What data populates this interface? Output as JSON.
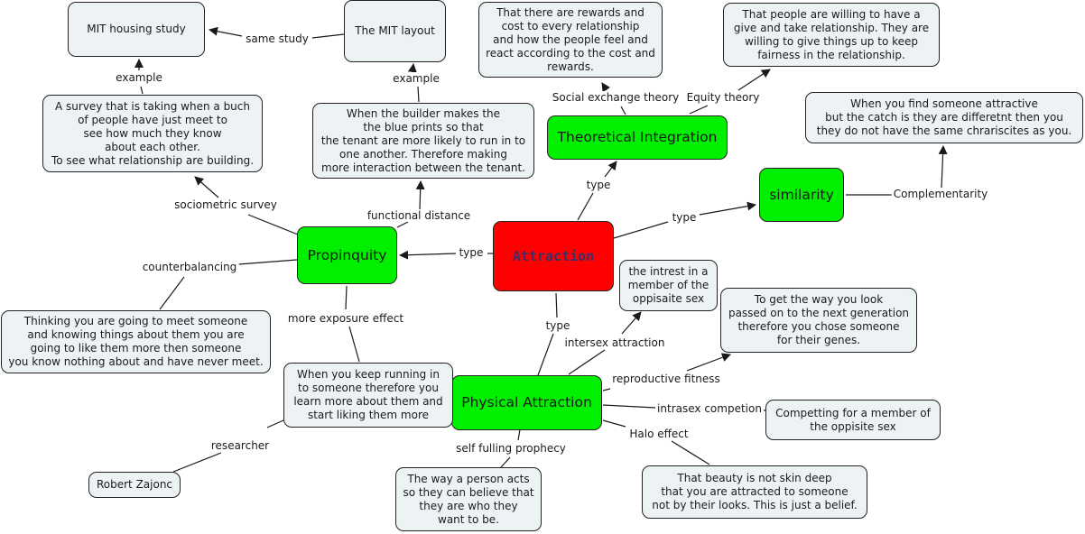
{
  "concept_map": {
    "central": "Attraction",
    "colors": {
      "central_fill": "#ff0000",
      "central_text": "#3a2f6a",
      "type_fill": "#00f000",
      "detail_fill": "#edf3f5",
      "line": "#1a1a1a"
    },
    "nodes": {
      "attraction": "Attraction",
      "propinquity": "Propinquity",
      "theoretical": "Theoretical Integration",
      "similarity": "similarity",
      "physical": "Physical Attraction",
      "mit_housing": "MIT housing study",
      "mit_layout": "The MIT layout",
      "survey": "A survey that is taking when a buch\nof people have just meet to\nsee how much they know\nabout each other.\nTo see what relationship are building.",
      "builder": "When the builder makes the\nthe blue prints so that\nthe tenant are more likely to run in to\none another. Therefore making\nmore interaction between the tenant.",
      "rewards": "That there are rewards and\ncost to every relationship\nand how the people feel and\nreact according to the cost and\nrewards.",
      "equity": "That people are willing to have a\ngive and take relationship.  They are\nwilling to give things up to keep\nfairness in the relationship.",
      "complement": "When you find someone attractive\nbut the catch is they are differetnt then you\nthey do not have the same chrariscites as you.",
      "thinking": "Thinking you are going to meet someone\nand knowing things about them you are\ngoing to like them more then someone\nyou know nothing about and have never meet.",
      "intrest": "the intrest in a\nmember of the\noppisaite sex",
      "genes": "To get the way you look\npassed on to the next generation\ntherefore you chose someone\nfor their genes.",
      "running": "When you keep running in\nto someone therefore you\nlearn more about them and\nstart liking them more",
      "competing": "Competting for a member of\nthe oppisite sex",
      "beauty": "That beauty is not skin deep\nthat you are attracted to someone\nnot by their looks. This is just a belief.",
      "zajonc": "Robert Zajonc",
      "acts": "The way a person acts\nso they can believe that\nthey are who they\nwant to be."
    },
    "links": {
      "same_study": "same study",
      "example_left": "example",
      "example_right": "example",
      "sociometric": "sociometric survey",
      "functional": "functional distance",
      "type_left": "type",
      "type_up": "type",
      "type_right": "type",
      "type_down": "type",
      "social_exchange": "Social exchange theory",
      "equity_theory": "Equity theory",
      "complementarity": "Complementarity",
      "counterbalancing": "counterbalancing",
      "exposure": "more exposure effect",
      "intersex": "intersex attraction",
      "reproductive": "reproductive fitness",
      "intrasex": "intrasex competion",
      "halo": "Halo effect",
      "researcher": "researcher",
      "prophecy": "self fulling prophecy"
    }
  }
}
